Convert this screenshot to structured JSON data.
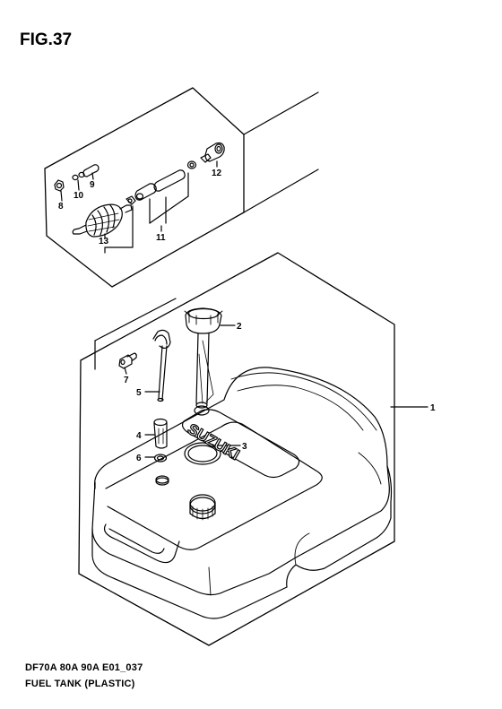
{
  "figure": {
    "title": "FIG.37",
    "model_code": "DF70A 80A 90A E01_037",
    "caption": "FUEL TANK (PLASTIC)"
  },
  "callouts": {
    "c1": "1",
    "c2": "2",
    "c3": "3",
    "c4": "4",
    "c5": "5",
    "c6": "6",
    "c7": "7",
    "c8": "8",
    "c9": "9",
    "c10": "10",
    "c11": "11",
    "c12": "12",
    "c13": "13"
  },
  "tank_brand": "SUZUKI"
}
